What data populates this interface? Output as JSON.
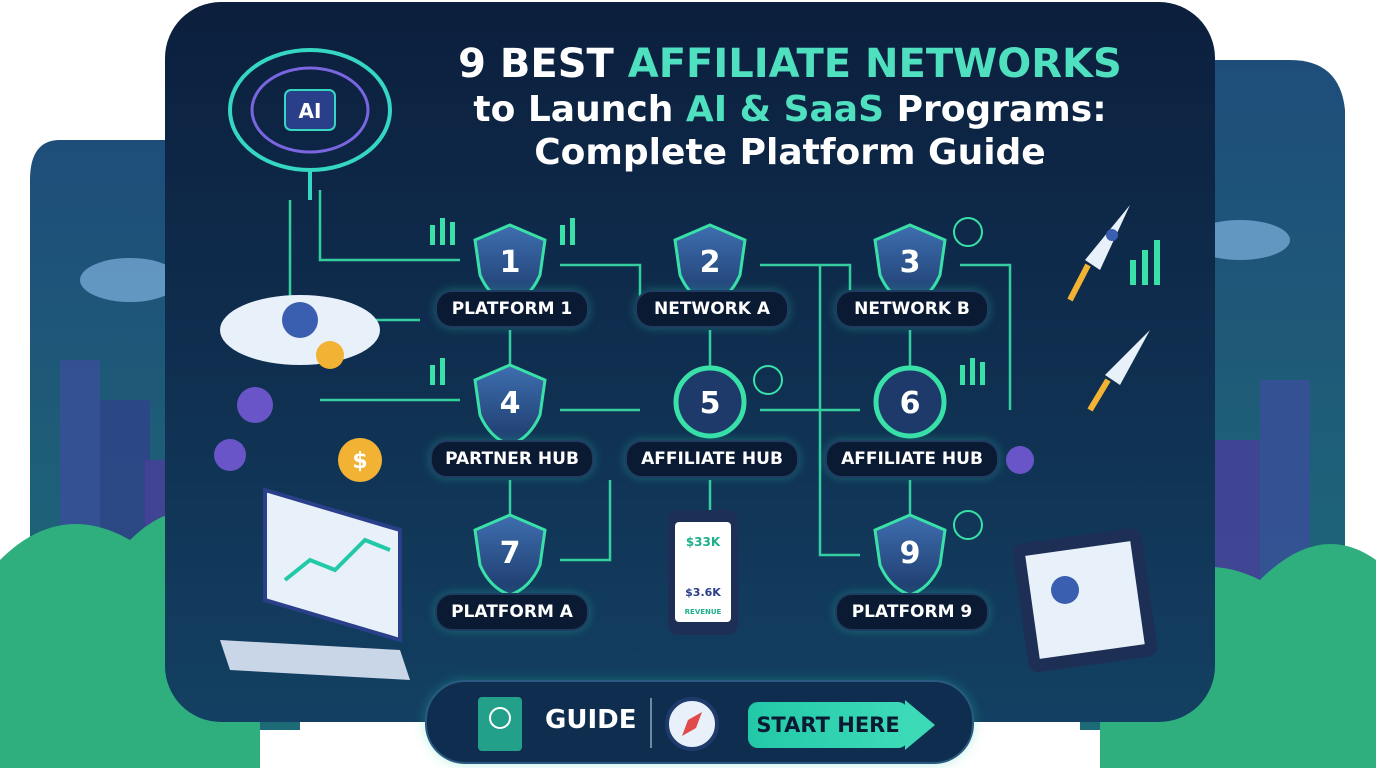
{
  "title": {
    "line1_prefix": "9 BEST ",
    "line1_accent": "AFFILIATE NETWORKS",
    "line2_prefix": "to Launch ",
    "line2_accent": "AI & SaaS",
    "line2_suffix": " Programs:",
    "line3": "Complete Platform Guide"
  },
  "brain_label": "AI",
  "nodes": [
    {
      "number": "1",
      "label": "PLATFORM 1"
    },
    {
      "number": "2",
      "label": "NETWORK A"
    },
    {
      "number": "3",
      "label": "NETWORK B"
    },
    {
      "number": "4",
      "label": "PARTNER HUB"
    },
    {
      "number": "5",
      "label": "AFFILIATE HUB"
    },
    {
      "number": "6",
      "label": "AFFILIATE HUB"
    },
    {
      "number": "7",
      "label": "PLATFORM A"
    },
    {
      "number": "9",
      "label": "PLATFORM 9"
    }
  ],
  "phone": {
    "value1": "$33K",
    "value2": "$3.6K",
    "badge": "REVENUE"
  },
  "footer": {
    "guide_label": "GUIDE",
    "start_label": "START HERE"
  },
  "colors": {
    "panel": "#0c1f3d",
    "accent": "#4fe0c0",
    "circuit": "#39e0a8",
    "shield": "#2a4f8a"
  }
}
